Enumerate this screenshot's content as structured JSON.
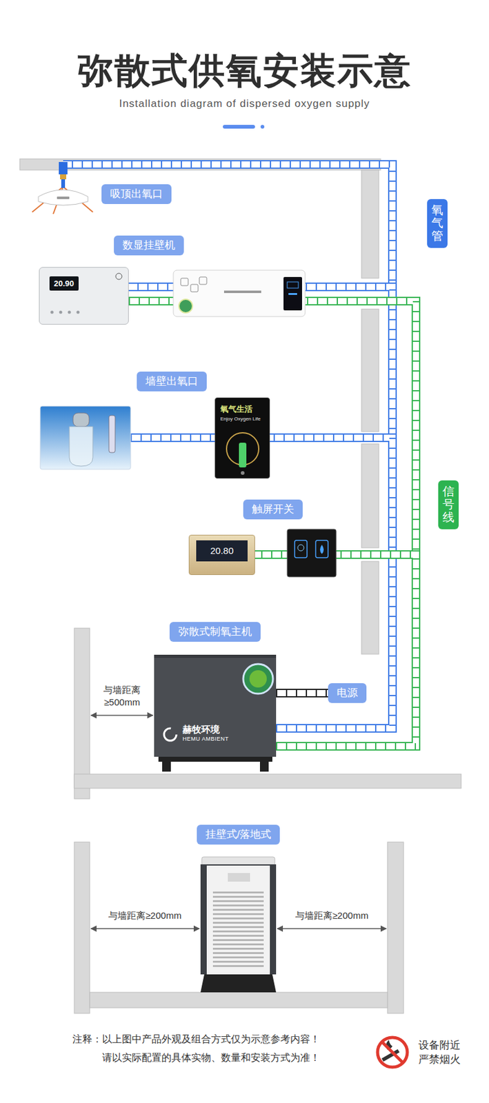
{
  "diagram": {
    "title": "弥散式供氧安装示意",
    "nodes": [
      {
        "text": [
          "吸顶出氧口"
        ]
      },
      {
        "text": [
          "数显挂壁机"
        ]
      },
      {
        "text": [
          "20.90"
        ]
      },
      {
        "text": [
          "墙壁出氧口"
        ]
      },
      {
        "text": [
          "氧气生活",
          "Enjoy Oxygen Life"
        ]
      },
      {
        "text": [
          "触屏开关"
        ]
      },
      {
        "text": [
          "20.80"
        ]
      },
      {
        "text": [
          "弥散式制氧主机"
        ]
      },
      {
        "text": [
          "赫牧环境",
          "HEMU AMBIENT"
        ]
      },
      {
        "text": [
          "电源"
        ]
      },
      {
        "text": [
          "氧气管"
        ]
      },
      {
        "text": [
          "信号线"
        ]
      },
      {
        "text": [
          "挂壁式/落地式"
        ]
      }
    ],
    "edges": [
      {
        "from": 8,
        "to": 2,
        "arrow": "none"
      },
      {
        "from": 8,
        "to": 2,
        "arrow": "none"
      },
      {
        "from": 8,
        "to": 4,
        "arrow": "none"
      },
      {
        "from": 8,
        "to": 6,
        "arrow": "none"
      },
      {
        "from": 8,
        "to": 9,
        "arrow": "none"
      }
    ],
    "labels": [
      "Installation diagram of dispersed oxygen supply",
      "与墙距离 ≥500mm",
      "与墙距离≥200mm",
      "与墙距离≥200mm",
      "注释：以上图中产品外观及组合方式仅为示意参考内容！",
      "请以实际配置的具体实物、数量和安装方式为准！",
      "设备附近 严禁烟火"
    ]
  }
}
